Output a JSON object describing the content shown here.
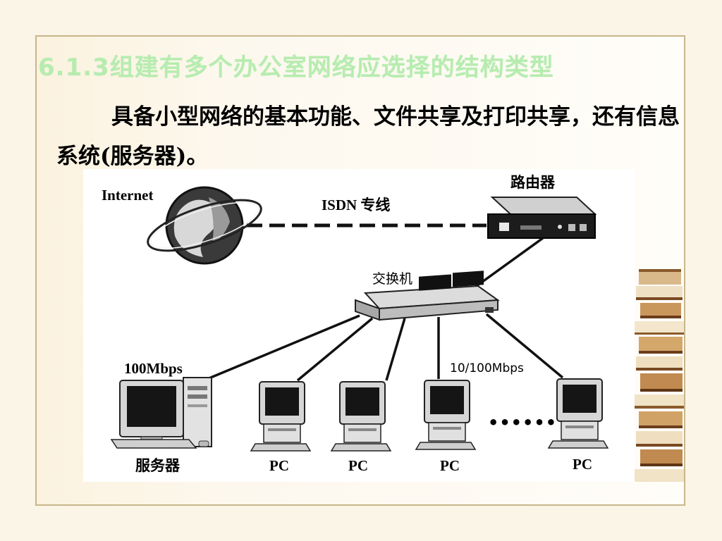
{
  "slide": {
    "title": "6.1.3组建有多个办公室网络应选择的结构类型",
    "body": "具备小型网络的基本功能、文件共享及打印共享，还有信息系统(服务器)。"
  },
  "diagram": {
    "labels": {
      "internet": "Internet",
      "isdn": "ISDN 专线",
      "router": "路由器",
      "switch": "交换机",
      "server_speed": "100Mbps",
      "pc_speed": "10/100Mbps",
      "server": "服务器",
      "pc1": "PC",
      "pc2": "PC",
      "pc3": "PC",
      "pc4": "PC",
      "ellipsis": "••••••"
    },
    "colors": {
      "title": "#b7ecb0",
      "border": "#c8b68a",
      "background": "#fbf5e7"
    }
  }
}
